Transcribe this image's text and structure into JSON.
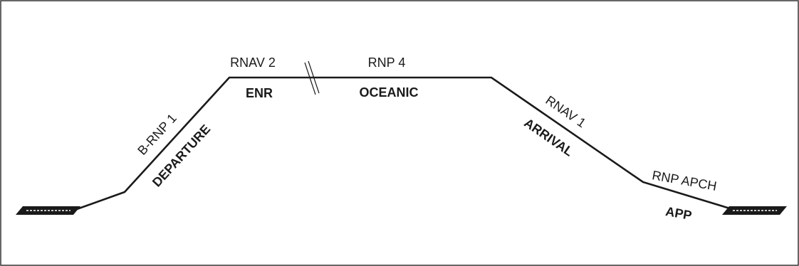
{
  "diagram": {
    "segments": [
      {
        "id": "departure",
        "spec_label": "B-RNP 1",
        "phase_label": "DEPARTURE"
      },
      {
        "id": "enroute",
        "spec_label": "RNAV 2",
        "phase_label": "ENR"
      },
      {
        "id": "oceanic",
        "spec_label": "RNP 4",
        "phase_label": "OCEANIC"
      },
      {
        "id": "arrival",
        "spec_label": "RNAV 1",
        "phase_label": "ARRIVAL"
      },
      {
        "id": "approach",
        "spec_label": "RNP APCH",
        "phase_label": "APP"
      }
    ],
    "colors": {
      "line": "#1a1a1a",
      "border": "#333333",
      "background": "#ffffff",
      "runway_dash": "#ffffff"
    },
    "icons": {
      "origin": "runway-icon",
      "destination": "runway-icon",
      "break": "break-marker-icon"
    }
  }
}
